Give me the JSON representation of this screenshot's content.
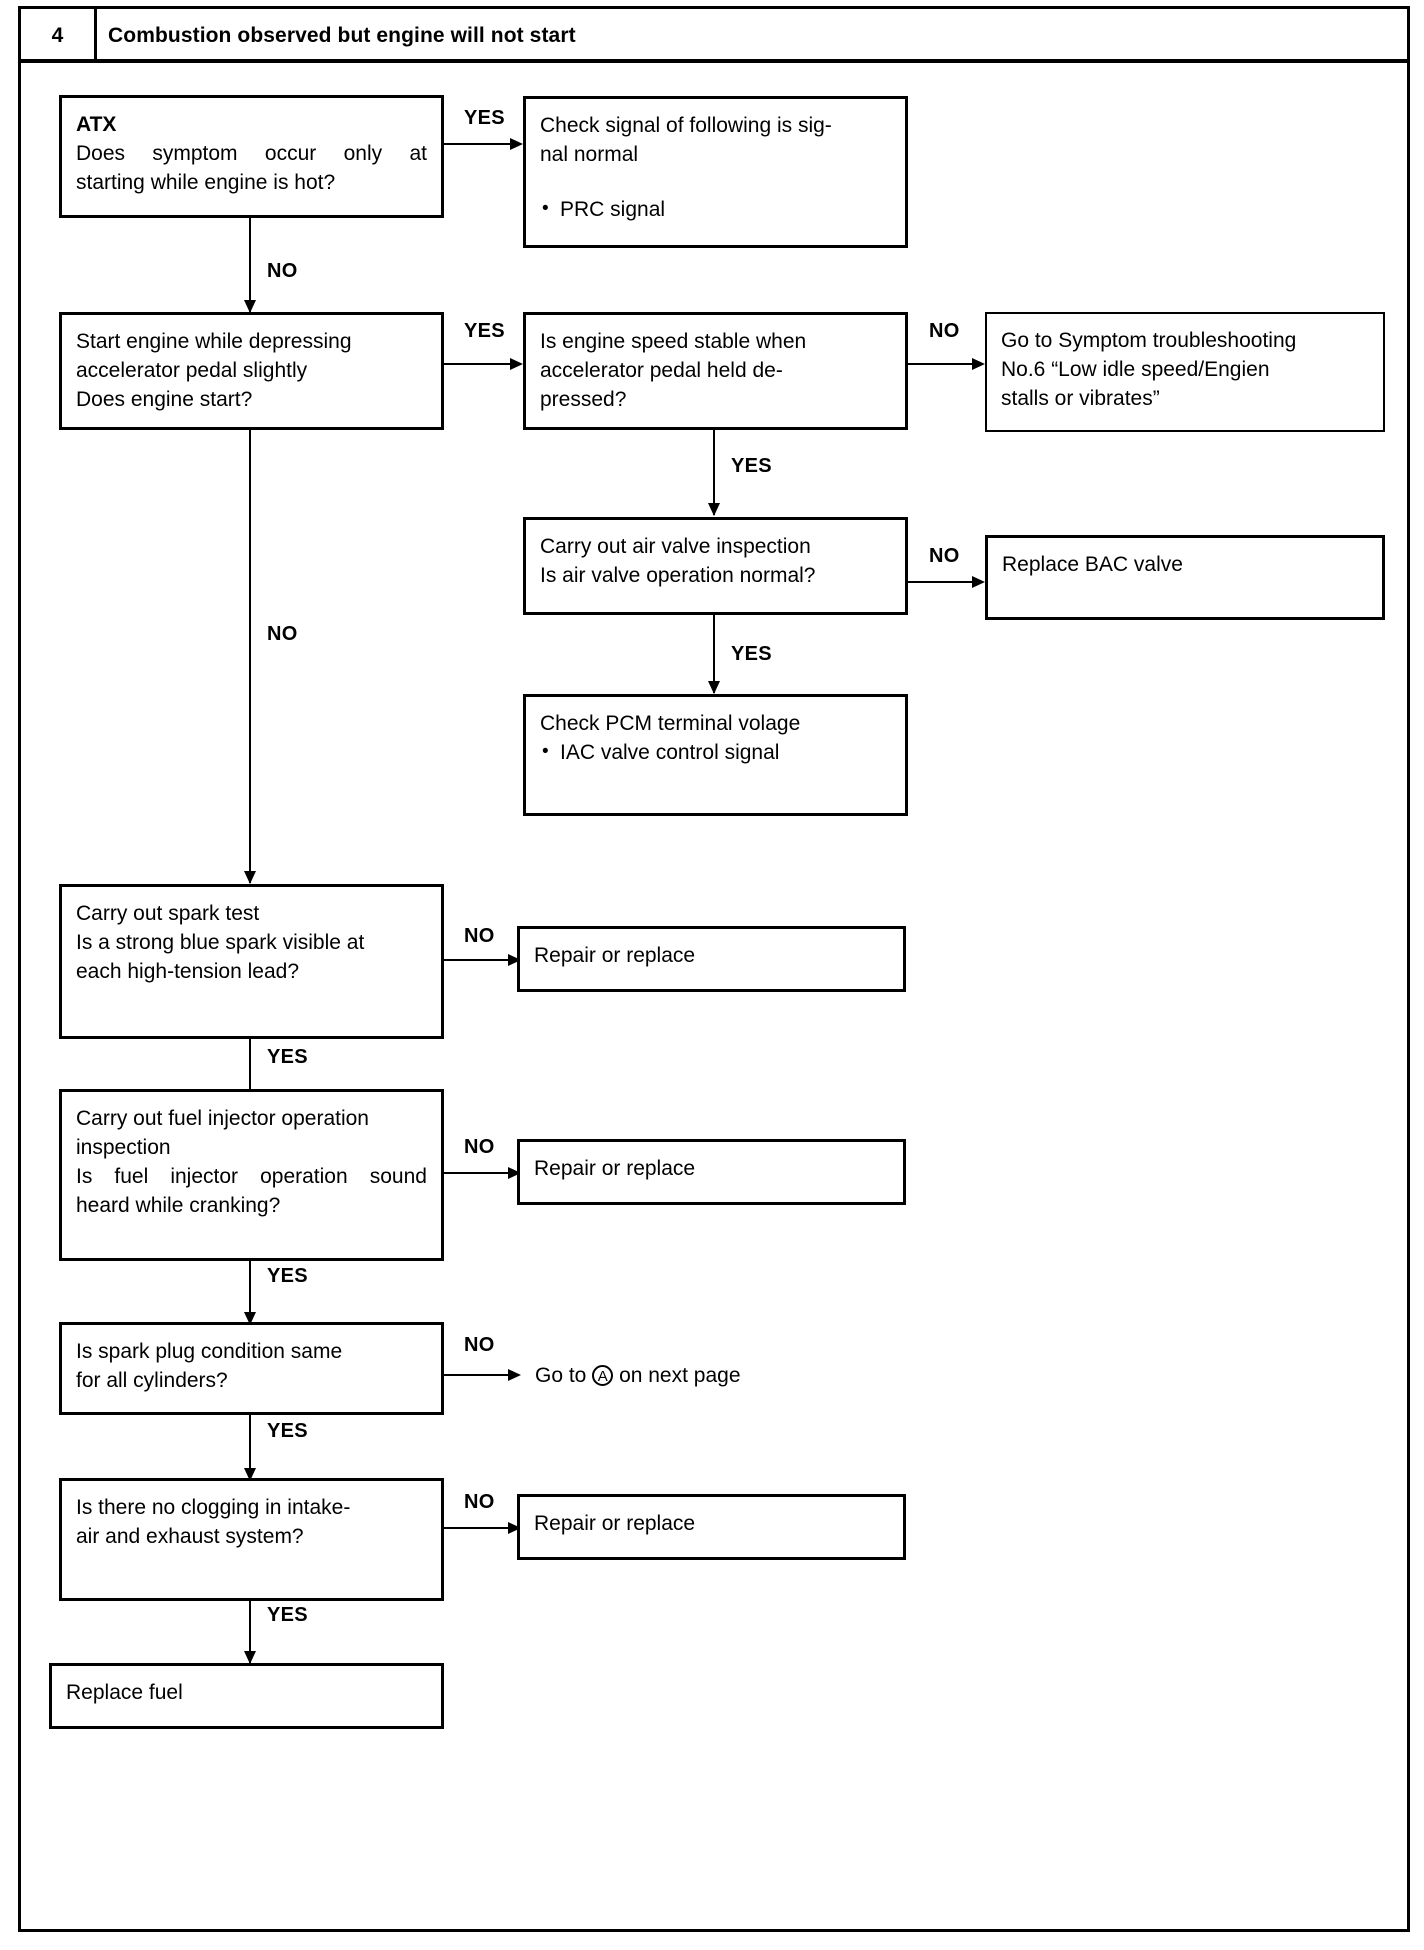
{
  "header": {
    "number": "4",
    "title": "Combustion observed but engine will not start"
  },
  "boxes": {
    "atx": {
      "line1": "ATX",
      "line2_a": "Does",
      "line2_b": "symptom",
      "line2_c": "occur",
      "line2_d": "only",
      "line2_e": "at",
      "line3": "starting while engine is hot?"
    },
    "check_signal": {
      "line1": "Check signal of following is sig-",
      "line2": "nal normal",
      "bullet1": "PRC signal"
    },
    "start_engine": {
      "line1": "Start engine while depressing",
      "line2": "accelerator pedal slightly",
      "line3": "Does engine start?"
    },
    "engine_speed_stable": {
      "line1": "Is engine speed stable when",
      "line2": "accelerator pedal held de-",
      "line3": "pressed?"
    },
    "goto_symptom": {
      "line1": "Go to Symptom troubleshooting",
      "line2": "No.6 “Low idle speed/Engien",
      "line3": "stalls or vibrates”"
    },
    "air_valve": {
      "line1": "Carry out air valve inspection",
      "line2": "Is air valve operation normal?"
    },
    "replace_bac": {
      "line1": "Replace BAC valve"
    },
    "check_pcm": {
      "line1": "Check PCM terminal volage",
      "bullet1": "IAC valve control signal"
    },
    "spark_test": {
      "line1": "Carry out spark test",
      "line2": "Is a strong blue spark visible at",
      "line3": "each high-tension lead?"
    },
    "repair_replace_1": {
      "line1": "Repair or replace"
    },
    "fuel_injector": {
      "line1": "Carry out fuel injector operation",
      "line2": "inspection",
      "line3_a": "Is",
      "line3_b": "fuel",
      "line3_c": "injector",
      "line3_d": "operation",
      "line3_e": "sound",
      "line4": "heard while cranking?"
    },
    "repair_replace_2": {
      "line1": "Repair or replace"
    },
    "spark_plug": {
      "line1": "Is spark plug condition same",
      "line2": "for all cylinders?"
    },
    "clogging": {
      "line1": "Is there no clogging in intake-",
      "line2": "air and exhaust system?"
    },
    "repair_replace_3": {
      "line1": "Repair or replace"
    },
    "replace_fuel": {
      "line1": "Replace fuel"
    }
  },
  "goto_next_page": {
    "before": "Go to",
    "marker": "A",
    "after": "on next page"
  },
  "edge_labels": {
    "atx_yes": "YES",
    "atx_no": "NO",
    "start_engine_yes": "YES",
    "start_engine_no": "NO",
    "engine_speed_no": "NO",
    "engine_speed_yes": "YES",
    "air_valve_no": "NO",
    "air_valve_yes": "YES",
    "spark_test_no": "NO",
    "spark_test_yes": "YES",
    "fuel_injector_no": "NO",
    "fuel_injector_yes": "YES",
    "spark_plug_no": "NO",
    "spark_plug_yes": "YES",
    "clogging_no": "NO",
    "clogging_yes": "YES"
  },
  "colors": {
    "ink": "#000000",
    "paper": "#ffffff"
  }
}
